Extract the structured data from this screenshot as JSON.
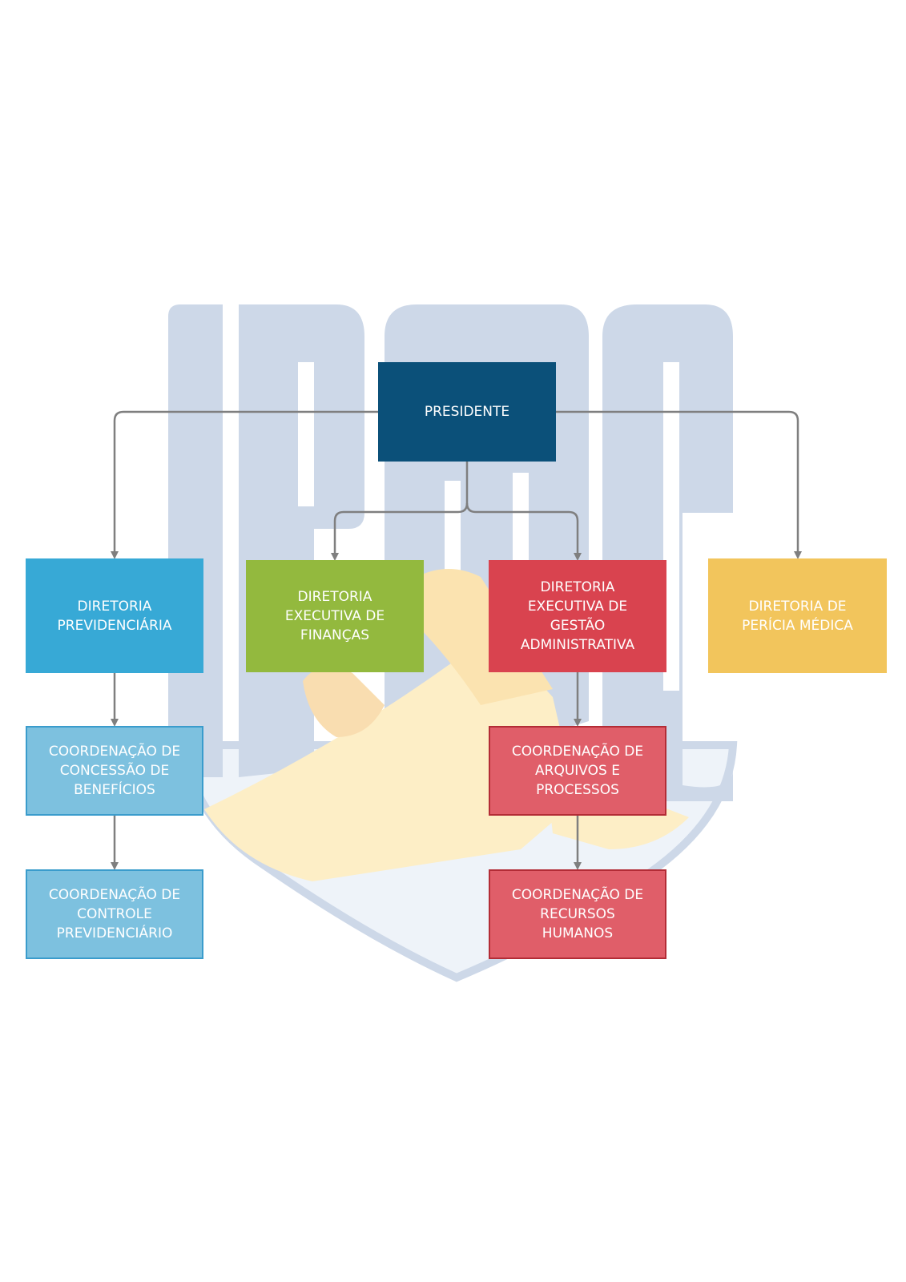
{
  "colors": {
    "presidente": "#0b5079",
    "previdenciaria": "#37a9d6",
    "financas": "#93b93e",
    "gestao": "#d9434f",
    "pericia": "#f2c55c",
    "coord_blue": "#7dc1df",
    "coord_red": "#e05e69",
    "connector": "#7f7f7f",
    "watermark_shield": "#cdd8e8",
    "watermark_hands": "#fdeec6"
  },
  "watermark": {
    "logo_text": "IPMG",
    "icons": [
      "shield-logo-icon",
      "handshake-icon"
    ]
  },
  "org": {
    "presidente": "PRESIDENTE",
    "diretoria_previdenciaria": "DIRETORIA\nPREVIDENCIÁRIA",
    "diretoria_financas": "DIRETORIA\nEXECUTIVA DE\nFINANÇAS",
    "diretoria_gestao": "DIRETORIA\nEXECUTIVA DE\nGESTÃO\nADMINISTRATIVA",
    "diretoria_pericia": "DIRETORIA DE\nPERÍCIA MÉDICA",
    "coord_concessao": "COORDENAÇÃO DE\nCONCESSÃO DE\nBENEFÍCIOS",
    "coord_controle": "COORDENAÇÃO DE\nCONTROLE\nPREVIDENCIÁRIO",
    "coord_arquivos": "COORDENAÇÃO DE\nARQUIVOS E\nPROCESSOS",
    "coord_rh": "COORDENAÇÃO DE\nRECURSOS\nHUMANOS"
  }
}
